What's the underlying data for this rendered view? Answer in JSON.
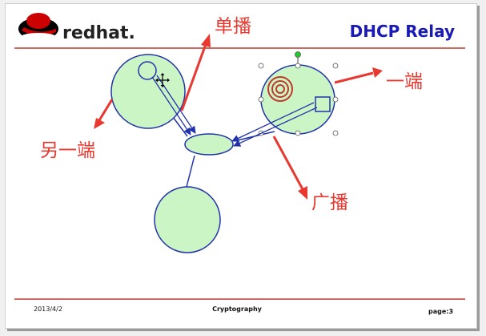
{
  "slide": {
    "brand": "redhat.",
    "title": "DHCP Relay",
    "footer": {
      "date": "2013/4/2",
      "center": "Cryptography",
      "page_label": "page:",
      "page_number": "3"
    }
  },
  "annotations": {
    "unicast": "单播",
    "one_end": "一端",
    "other_end": "另一端",
    "broadcast": "广播"
  },
  "colors": {
    "node_fill": "#ccf5c6",
    "node_stroke": "#2233aa",
    "annotation_red": "#e8382f",
    "rule_red": "#c0392b",
    "title_blue": "#1a1ab4"
  },
  "icons": {
    "logo": "redhat-hat-logo",
    "cursor": "move-cursor-icon",
    "concentric": "target-rings-icon"
  }
}
